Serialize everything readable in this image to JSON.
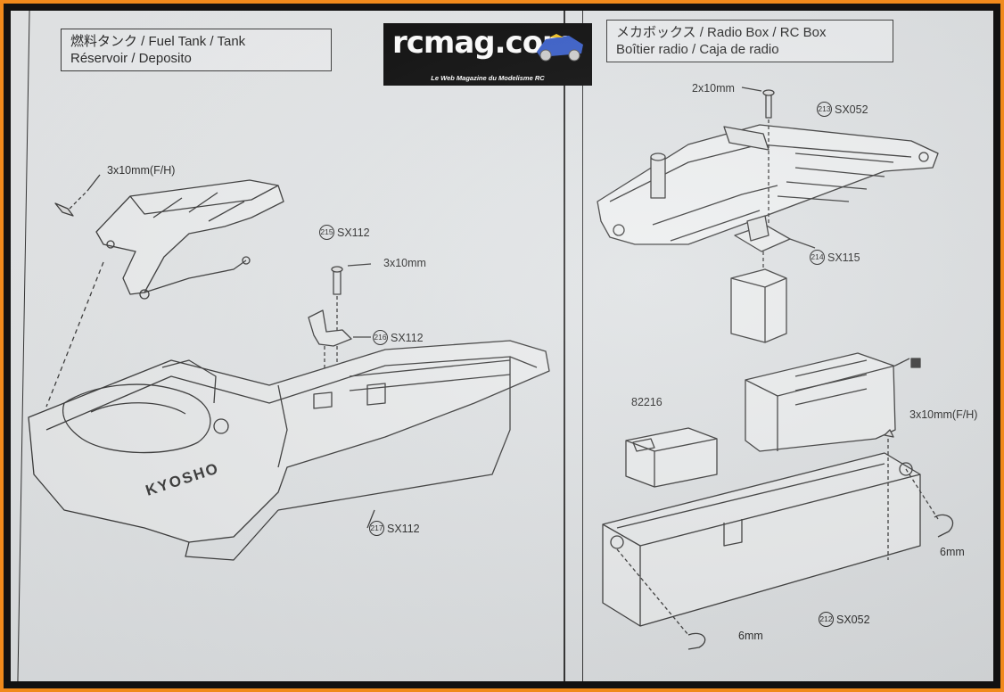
{
  "logo": {
    "brand": "rcmag.com",
    "tagline": "Le Web Magazine du Modelisme RC"
  },
  "left": {
    "title_line1": "燃料タンク / Fuel Tank / Tank",
    "title_line2": "Réservoir / Deposito",
    "screw1": "3x10mm(F/H)",
    "screw2": "3x10mm",
    "part215": {
      "num": "215",
      "code": "SX112"
    },
    "part216": {
      "num": "216",
      "code": "SX112"
    },
    "part217": {
      "num": "217",
      "code": "SX112"
    },
    "brand_mark": "KYOSHO"
  },
  "right": {
    "title_line1": "メカボックス / Radio Box / RC Box",
    "title_line2": "Boîtier radio / Caja de radio",
    "screw1": "2x10mm",
    "screw2": "3x10mm(F/H)",
    "part213": {
      "num": "213",
      "code": "SX052"
    },
    "part214": {
      "num": "214",
      "code": "SX115"
    },
    "part212": {
      "num": "212",
      "code": "SX052"
    },
    "receiver_code": "82216",
    "clip1": "6mm",
    "clip2": "6mm"
  }
}
